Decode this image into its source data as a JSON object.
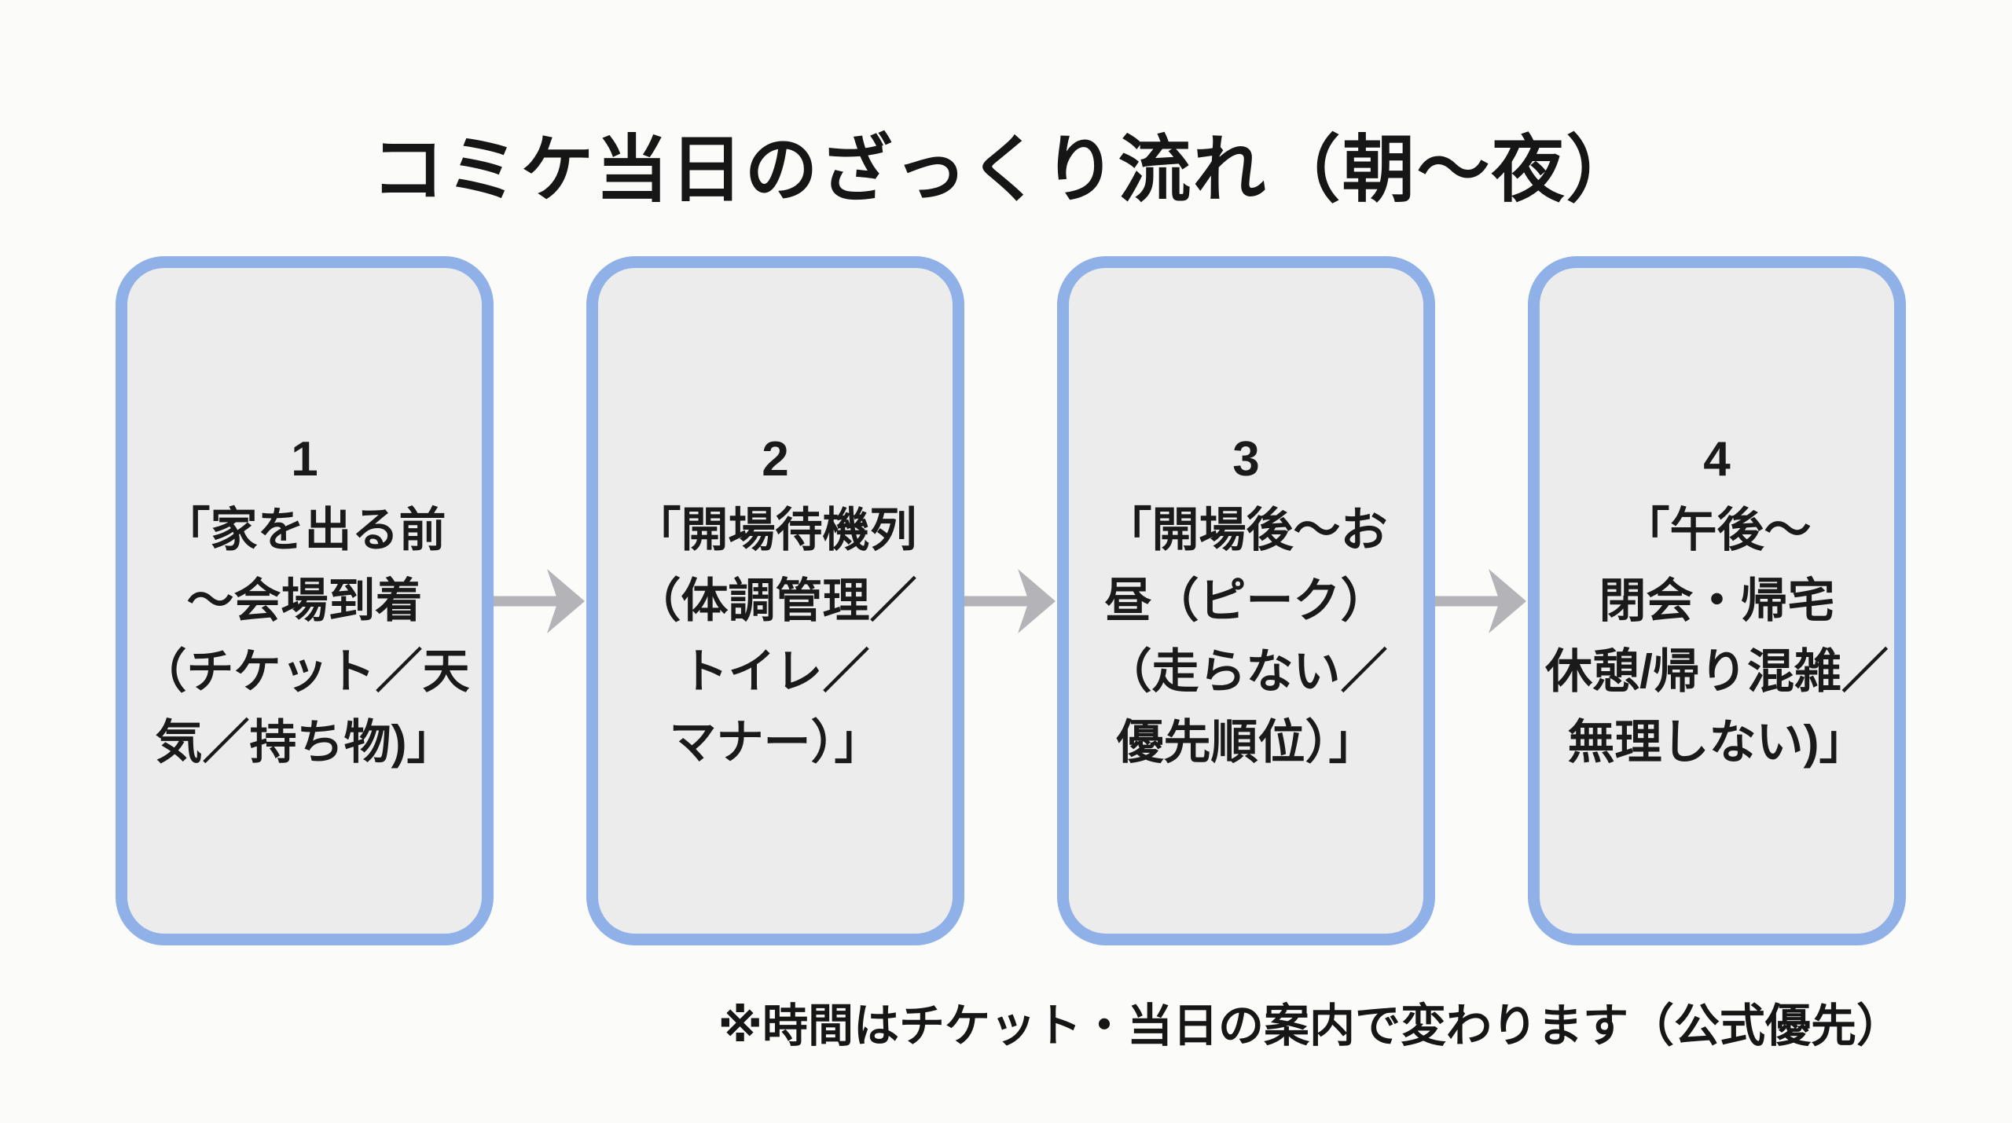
{
  "title": "コミケ当日のざっくり流れ（朝〜夜）",
  "footnote": "※時間はチケット・当日の案内で変わります（公式優先）",
  "colors": {
    "background": "#fbfbf9",
    "box_border": "#8fb1e8",
    "box_fill": "#ececec",
    "arrow": "#b3b3b8",
    "text": "#1a1a1a"
  },
  "steps": [
    {
      "number": "1",
      "lines": [
        "「家を出る前",
        "〜会場到着",
        "（チケット／天",
        "気／持ち物)」"
      ]
    },
    {
      "number": "2",
      "lines": [
        "「開場待機列",
        "（体調管理／",
        "トイレ／",
        "マナー）」"
      ]
    },
    {
      "number": "3",
      "lines": [
        "「開場後〜お",
        "昼（ピーク）",
        "（走らない／",
        "優先順位）」"
      ]
    },
    {
      "number": "4",
      "lines": [
        "「午後〜",
        "閉会・帰宅",
        "休憩/帰り混雑／",
        "無理しない)」"
      ]
    }
  ]
}
